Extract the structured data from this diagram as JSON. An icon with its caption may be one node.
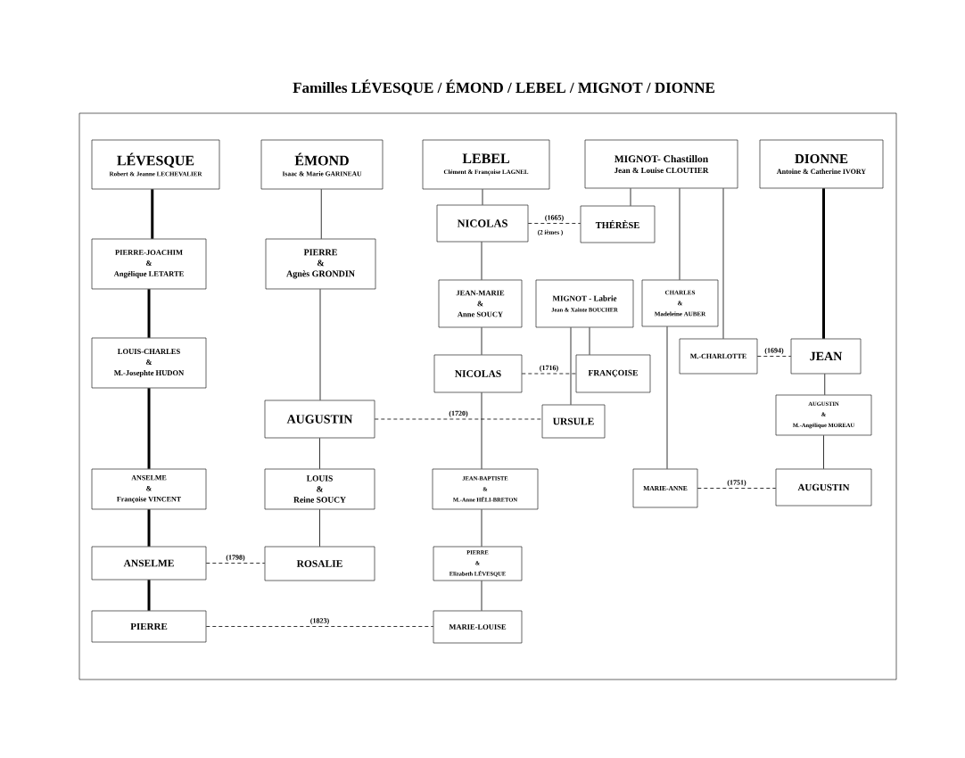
{
  "diagram": {
    "title": "Familles LÉVESQUE / ÉMOND / LEBEL / MIGNOT / DIONNE",
    "nodes": [
      {
        "text": [
          "LÉVESQUE",
          "Robert & Jeanne LECHEVALIER"
        ]
      },
      {
        "text": [
          "ÉMOND",
          "Isaac & Marie GARINEAU"
        ]
      },
      {
        "text": [
          "LEBEL",
          "Clément & Françoise LAGNEL"
        ]
      },
      {
        "text": [
          "MIGNOT- Chastillon",
          "Jean & Louise CLOUTIER"
        ]
      },
      {
        "text": [
          "DIONNE",
          "Antoine & Catherine IVORY"
        ]
      },
      {
        "text": [
          "NICOLAS"
        ]
      },
      {
        "text": [
          "THÉRÈSE"
        ]
      },
      {
        "text": [
          "PIERRE-JOACHIM",
          "&",
          "Angélique LETARTE"
        ]
      },
      {
        "text": [
          "PIERRE",
          "&",
          "Agnès GRONDIN"
        ]
      },
      {
        "text": [
          "JEAN-MARIE",
          "&",
          "Anne SOUCY"
        ]
      },
      {
        "text": [
          "MIGNOT - Labrie",
          "Jean & Xainte BOUCHER"
        ]
      },
      {
        "text": [
          "CHARLES",
          "&",
          "Madeleine AUBER"
        ]
      },
      {
        "text": [
          "LOUIS-CHARLES",
          "&",
          "M.-Josephte HUDON"
        ]
      },
      {
        "text": [
          "NICOLAS"
        ]
      },
      {
        "text": [
          "FRANÇOISE"
        ]
      },
      {
        "text": [
          "M.-CHARLOTTE"
        ]
      },
      {
        "text": [
          "JEAN"
        ]
      },
      {
        "text": [
          "AUGUSTIN"
        ]
      },
      {
        "text": [
          "URSULE"
        ]
      },
      {
        "text": [
          "AUGUSTIN",
          "&",
          "M.-Angélique MOREAU"
        ]
      },
      {
        "text": [
          "ANSELME",
          "&",
          "Françoise VINCENT"
        ]
      },
      {
        "text": [
          "LOUIS",
          "&",
          "Reine SOUCY"
        ]
      },
      {
        "text": [
          "JEAN-BAPTISTE",
          "&",
          "M.-Anne HÉLI-BRETON"
        ]
      },
      {
        "text": [
          "MARIE-ANNE"
        ]
      },
      {
        "text": [
          "AUGUSTIN"
        ]
      },
      {
        "text": [
          "ANSELME"
        ]
      },
      {
        "text": [
          "ROSALIE"
        ]
      },
      {
        "text": [
          "PIERRE",
          "&",
          "Elizabeth LÉVESQUE"
        ]
      },
      {
        "text": [
          "PIERRE"
        ]
      },
      {
        "text": [
          "MARIE-LOUISE"
        ]
      }
    ],
    "edges": [
      {
        "from": 0,
        "to": 7,
        "arrow": "none",
        "style": "thick"
      },
      {
        "from": 7,
        "to": 12,
        "arrow": "none",
        "style": "thick"
      },
      {
        "from": 12,
        "to": 20,
        "arrow": "none",
        "style": "thick"
      },
      {
        "from": 20,
        "to": 25,
        "arrow": "none",
        "style": "thick"
      },
      {
        "from": 25,
        "to": 28,
        "arrow": "none",
        "style": "thick"
      },
      {
        "from": 1,
        "to": 8,
        "arrow": "none"
      },
      {
        "from": 8,
        "to": 17,
        "arrow": "none"
      },
      {
        "from": 17,
        "to": 21,
        "arrow": "none"
      },
      {
        "from": 21,
        "to": 26,
        "arrow": "none"
      },
      {
        "from": 2,
        "to": 5,
        "arrow": "none"
      },
      {
        "from": 5,
        "to": 9,
        "arrow": "none"
      },
      {
        "from": 9,
        "to": 13,
        "arrow": "none"
      },
      {
        "from": 13,
        "to": 22,
        "arrow": "none"
      },
      {
        "from": 22,
        "to": 27,
        "arrow": "none"
      },
      {
        "from": 27,
        "to": 29,
        "arrow": "none"
      },
      {
        "from": 3,
        "to": 6,
        "arrow": "none"
      },
      {
        "from": 3,
        "to": 11,
        "arrow": "none"
      },
      {
        "from": 3,
        "to": 15,
        "arrow": "none"
      },
      {
        "from": 11,
        "to": 23,
        "arrow": "none"
      },
      {
        "from": 4,
        "to": 16,
        "arrow": "none",
        "style": "thick"
      },
      {
        "from": 16,
        "to": 19,
        "arrow": "none"
      },
      {
        "from": 19,
        "to": 24,
        "arrow": "none"
      },
      {
        "from": 10,
        "to": 18,
        "arrow": "none"
      },
      {
        "from": 10,
        "to": 14,
        "arrow": "none"
      },
      {
        "from": 5,
        "to": 6,
        "arrow": "none",
        "style": "dashed",
        "label": "(1665)"
      },
      {
        "from": 13,
        "to": 14,
        "arrow": "none",
        "style": "dashed",
        "label": "(1716)"
      },
      {
        "from": 17,
        "to": 18,
        "arrow": "none",
        "style": "dashed",
        "label": "(1720)"
      },
      {
        "from": 15,
        "to": 16,
        "arrow": "none",
        "style": "dashed",
        "label": "(1694)"
      },
      {
        "from": 23,
        "to": 24,
        "arrow": "none",
        "style": "dashed",
        "label": "(1751)"
      },
      {
        "from": 25,
        "to": 26,
        "arrow": "none",
        "style": "dashed",
        "label": "(1798)"
      },
      {
        "from": 28,
        "to": 29,
        "arrow": "none",
        "style": "dashed",
        "label": "(1823)"
      }
    ],
    "labels": [
      "(2 ièmes )"
    ]
  }
}
